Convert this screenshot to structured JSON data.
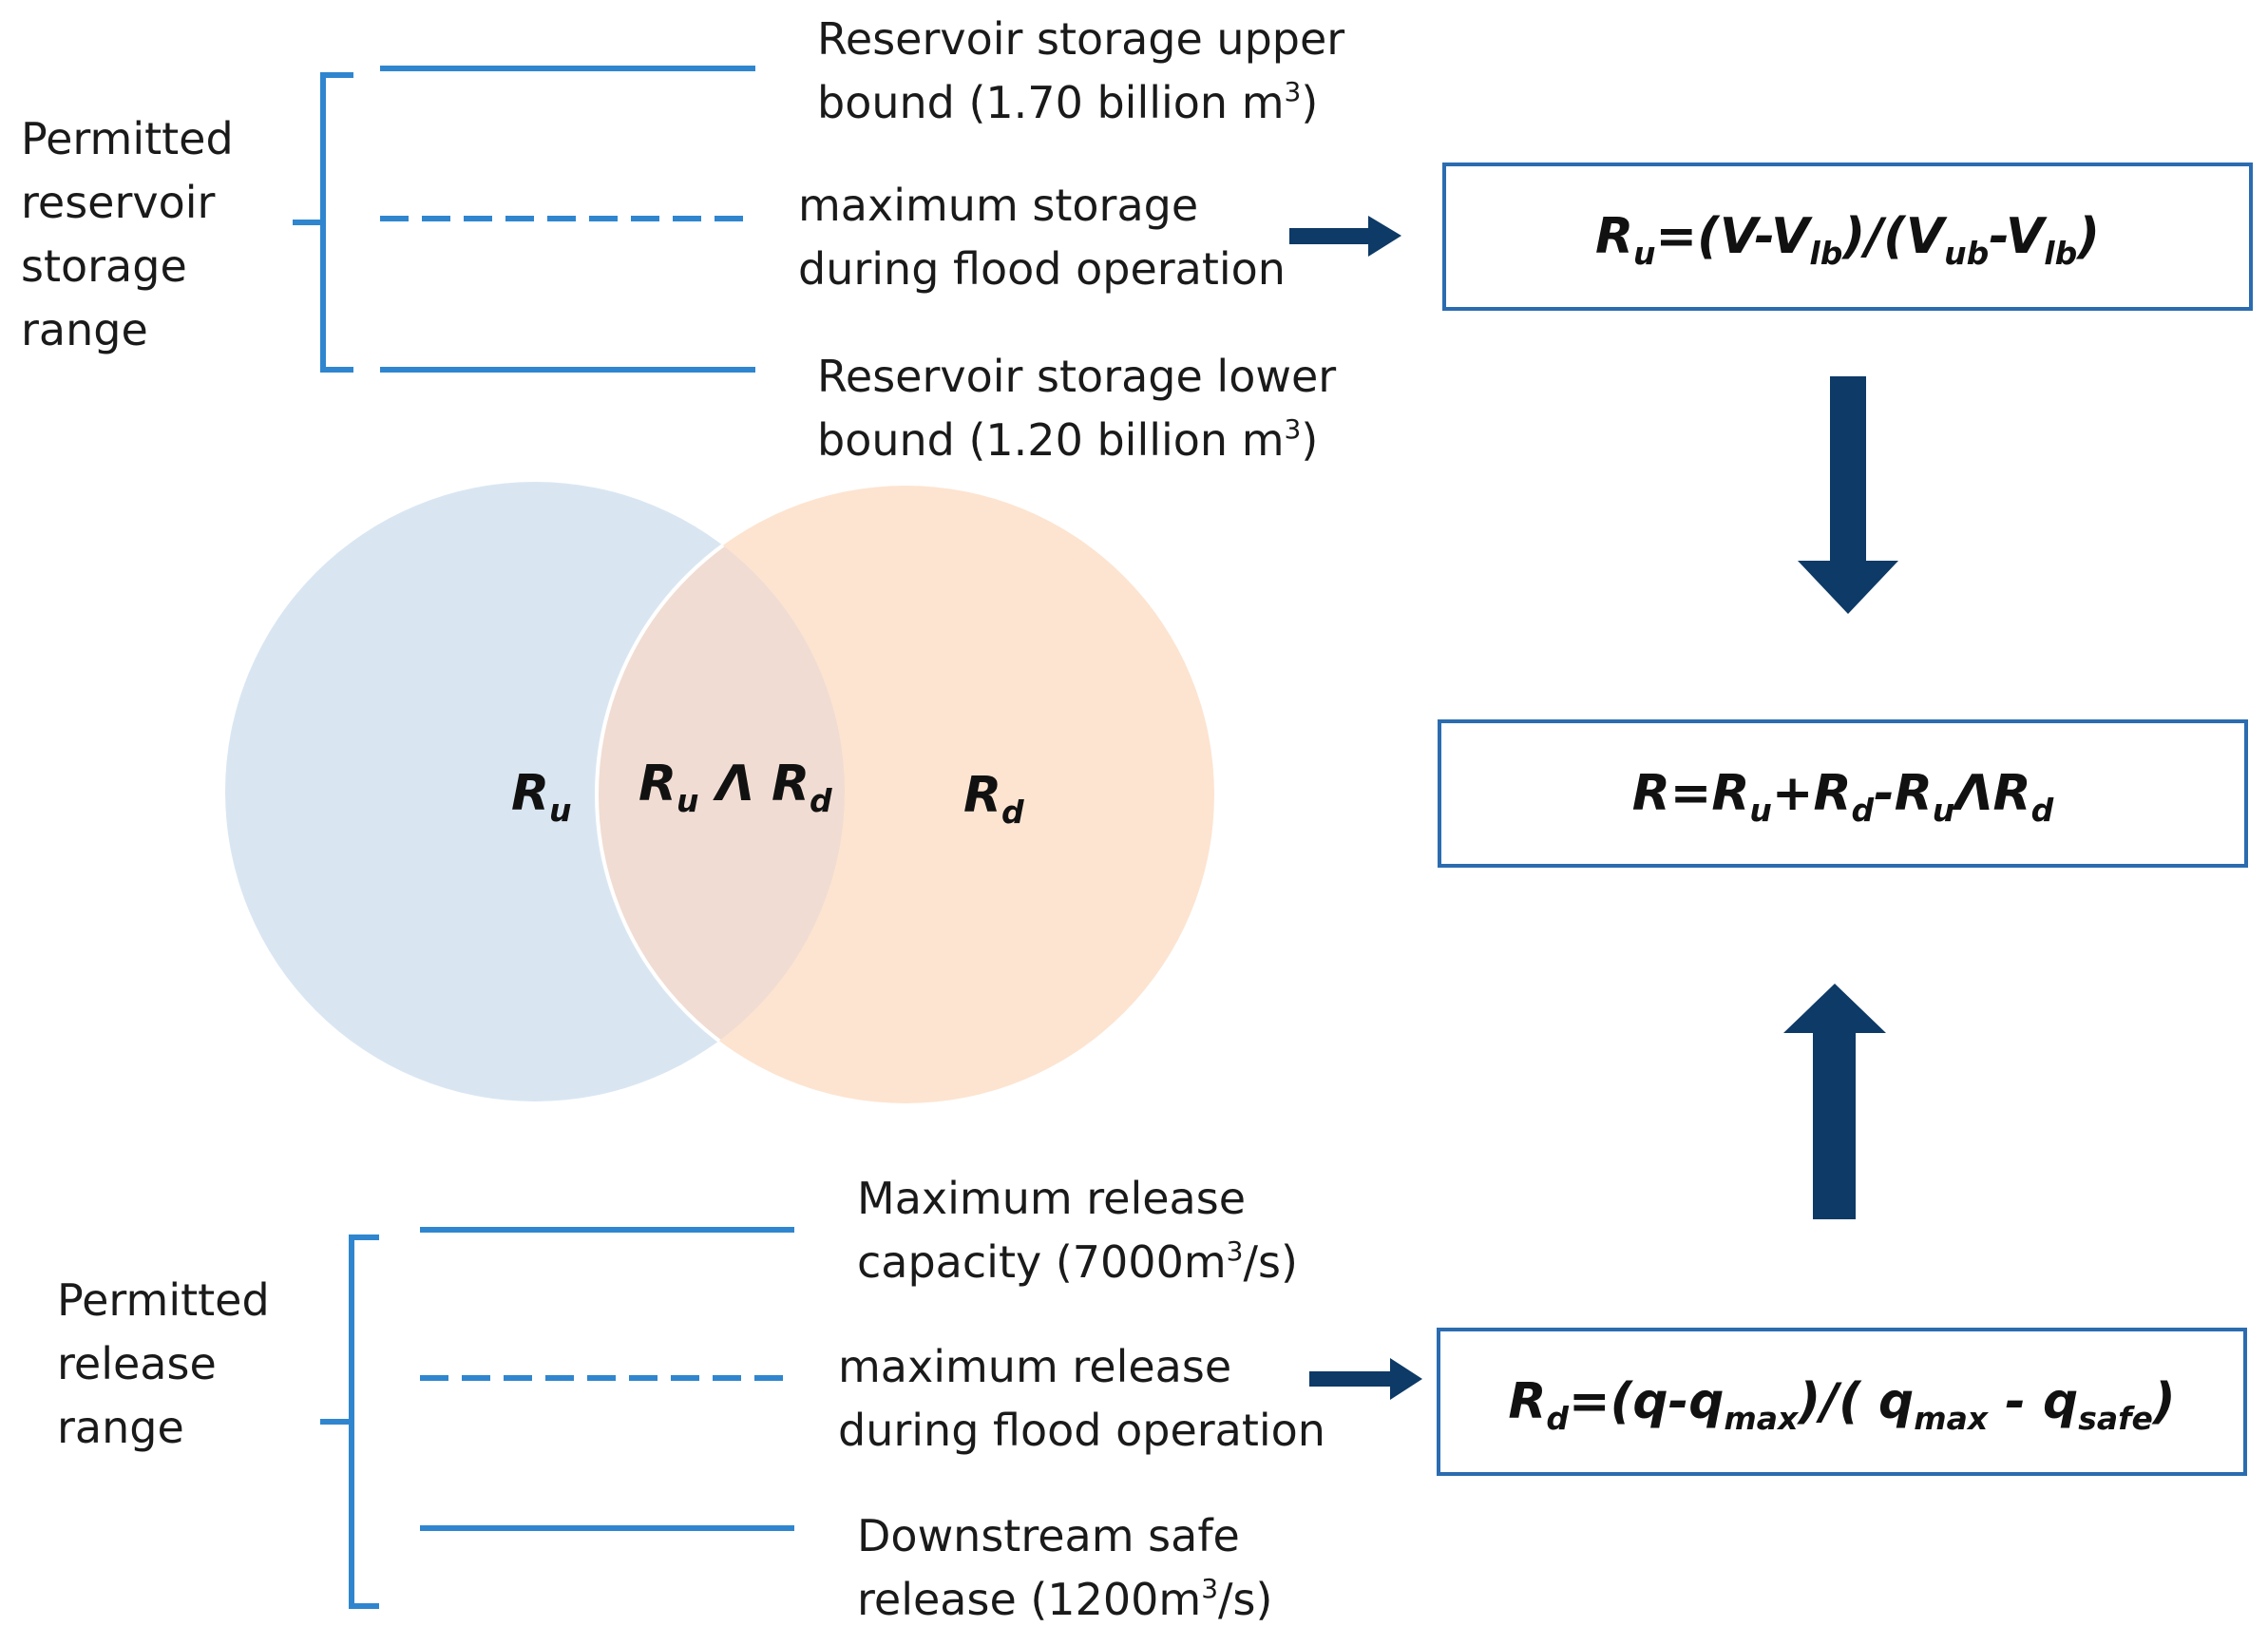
{
  "colors": {
    "line_blue": "#2f86cf",
    "box_border": "#2b6cb0",
    "arrow_navy": "#0d3a66",
    "circle_left": "#d9e6f2",
    "circle_right": "#fde4d0",
    "overlap": "#f0dcd2"
  },
  "storage": {
    "group_label": "Permitted\nreservoir\nstorage\nrange",
    "upper": {
      "text": "Reservoir storage upper\nbound (1.70 billion m",
      "sup": "3",
      "tail": ")"
    },
    "max": {
      "text": "maximum storage\nduring flood operation"
    },
    "lower": {
      "text": "Reservoir storage lower\nbound (1.20 billion m",
      "sup": "3",
      "tail": ")"
    }
  },
  "release": {
    "group_label": "Permitted\nrelease\nrange",
    "upper": {
      "text": "Maximum release\ncapacity (7000m",
      "sup": "3",
      "tail": "/s)"
    },
    "max": {
      "text": "maximum release\nduring flood operation"
    },
    "lower": {
      "text": "Downstream safe\nrelease (1200m",
      "sup": "3",
      "tail": "/s)"
    }
  },
  "venn": {
    "left": {
      "main": "R",
      "sub": "u"
    },
    "overlap": {
      "a": "R",
      "a_sub": "u",
      "op": " Λ ",
      "b": "R",
      "b_sub": "d"
    },
    "right": {
      "main": "R",
      "sub": "d"
    }
  },
  "formulas": {
    "ru": {
      "p1": "R",
      "s1": "u",
      "p2": "=(V-V",
      "s2": "lb",
      "p3": ")/(V",
      "s3": "ub",
      "p4": "-V",
      "s4": "lb",
      "p5": ")"
    },
    "r": {
      "p1": "R=R",
      "s1": "u",
      "p2": "+R",
      "s2": "d",
      "p3": "-R",
      "s3": "u",
      "p4": "ΛR",
      "s4": "d"
    },
    "rd": {
      "p1": "R",
      "s1": "d",
      "p2": "=(q-q",
      "s2": "max",
      "p3": ")/( q",
      "s3": "max",
      "p4": " - q",
      "s4": "safe",
      "p5": ")"
    }
  }
}
